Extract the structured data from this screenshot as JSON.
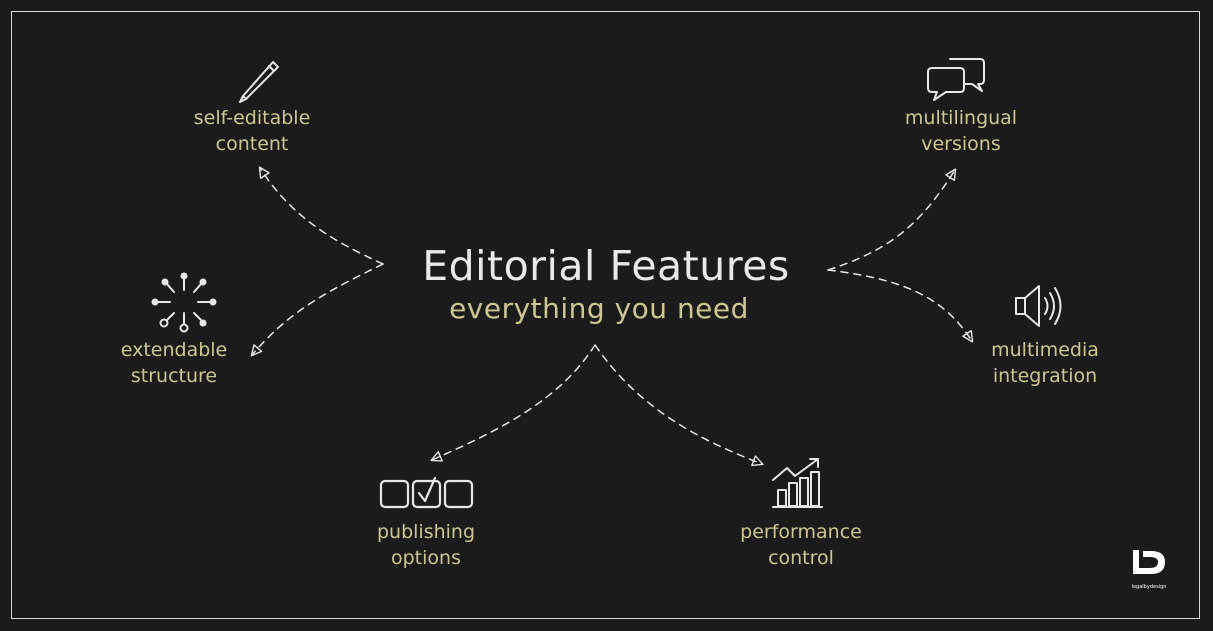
{
  "center": {
    "title": "Editorial Features",
    "subtitle": "everything you need"
  },
  "nodes": [
    {
      "id": "self-editable",
      "icon": "pencil-icon",
      "lines": [
        "self-editable",
        "content"
      ]
    },
    {
      "id": "multilingual",
      "icon": "speech-bubbles-icon",
      "lines": [
        "multilingual",
        "versions"
      ]
    },
    {
      "id": "extendable",
      "icon": "nodes-icon",
      "lines": [
        "extendable",
        "structure"
      ]
    },
    {
      "id": "multimedia",
      "icon": "speaker-icon",
      "lines": [
        "multimedia",
        "integration"
      ]
    },
    {
      "id": "publishing",
      "icon": "checkbox-options-icon",
      "lines": [
        "publishing",
        "options"
      ]
    },
    {
      "id": "performance",
      "icon": "growth-chart-icon",
      "lines": [
        "performance",
        "control"
      ]
    }
  ],
  "logo": {
    "icon": "logo-icon",
    "text": "legalbydesign"
  },
  "colors": {
    "background": "#1b1b1b",
    "title": "#e9e9e9",
    "accent": "#cfc68e",
    "stroke": "#e6e6e6"
  }
}
